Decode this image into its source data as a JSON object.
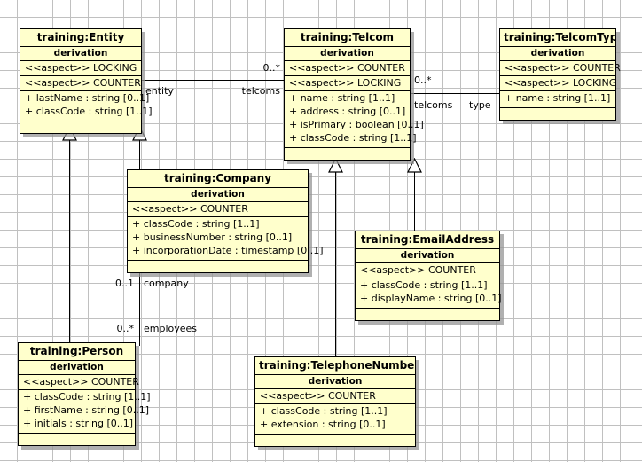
{
  "diagram": {
    "type": "uml-class-diagram",
    "background": "#ffffff",
    "grid_color": "#c0c0c0",
    "class_fill": "#ffffcc",
    "class_border": "#000000",
    "shadow_color": "#969696",
    "stereotype_header": "derivation"
  },
  "classes": {
    "entity": {
      "name": "training:Entity",
      "stereotype_header": "derivation",
      "aspects": [
        "<<aspect>> LOCKING",
        "<<aspect>> COUNTER"
      ],
      "attributes": [
        "+ lastName : string [0..1]",
        "+ classCode : string [1..1]"
      ]
    },
    "telcom": {
      "name": "training:Telcom",
      "stereotype_header": "derivation",
      "aspects": [
        "<<aspect>> COUNTER",
        "<<aspect>> LOCKING"
      ],
      "attributes": [
        "+ name : string [1..1]",
        "+ address : string [0..1]",
        "+ isPrimary : boolean [0..1]",
        "+ classCode : string [1..1]"
      ]
    },
    "telcomtype": {
      "name": "training:TelcomType",
      "stereotype_header": "derivation",
      "aspects": [
        "<<aspect>> COUNTER",
        "<<aspect>> LOCKING"
      ],
      "attributes": [
        "+ name : string [1..1]"
      ]
    },
    "company": {
      "name": "training:Company",
      "stereotype_header": "derivation",
      "aspects": [
        "<<aspect>> COUNTER"
      ],
      "attributes": [
        "+ classCode : string [1..1]",
        "+ businessNumber : string [0..1]",
        "+ incorporationDate : timestamp [0..1]"
      ]
    },
    "emailaddress": {
      "name": "training:EmailAddress",
      "stereotype_header": "derivation",
      "aspects": [
        "<<aspect>> COUNTER"
      ],
      "attributes": [
        "+ classCode : string [1..1]",
        "+ displayName : string [0..1]"
      ]
    },
    "person": {
      "name": "training:Person",
      "stereotype_header": "derivation",
      "aspects": [
        "<<aspect>> COUNTER"
      ],
      "attributes": [
        "+ classCode : string [1..1]",
        "+ firstName : string [0..1]",
        "+ initials : string [0..1]"
      ]
    },
    "telephonenumber": {
      "name": "training:TelephoneNumber",
      "stereotype_header": "derivation",
      "aspects": [
        "<<aspect>> COUNTER"
      ],
      "attributes": [
        "+ classCode : string [1..1]",
        "+ extension : string [0..1]"
      ]
    }
  },
  "associations": {
    "entity_telcom": {
      "source_role": "entity",
      "target_role": "telcoms",
      "target_multiplicity": "0..*"
    },
    "telcom_telcomtype": {
      "source_role": "telcoms",
      "target_role": "type",
      "source_multiplicity": "0..*"
    },
    "company_person": {
      "source_role": "company",
      "source_multiplicity": "0..1",
      "target_role": "employees",
      "target_multiplicity": "0..*"
    }
  },
  "generalizations": [
    {
      "child": "training:Company",
      "parent": "training:Entity"
    },
    {
      "child": "training:Person",
      "parent": "training:Entity"
    },
    {
      "child": "training:TelephoneNumber",
      "parent": "training:Telcom"
    },
    {
      "child": "training:EmailAddress",
      "parent": "training:Telcom"
    }
  ]
}
